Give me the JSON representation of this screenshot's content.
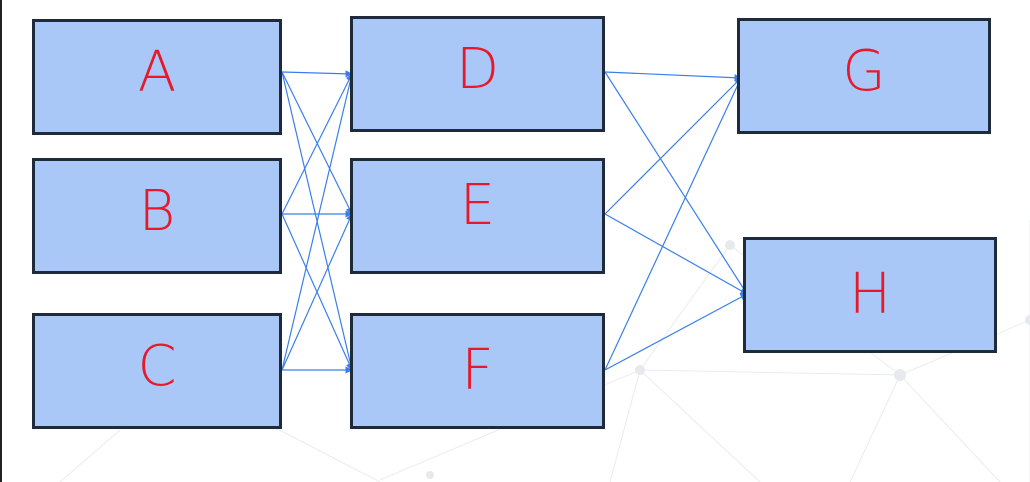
{
  "diagram": {
    "nodes": [
      {
        "id": "A",
        "label": "A"
      },
      {
        "id": "B",
        "label": "B"
      },
      {
        "id": "C",
        "label": "C"
      },
      {
        "id": "D",
        "label": "D"
      },
      {
        "id": "E",
        "label": "E"
      },
      {
        "id": "F",
        "label": "F"
      },
      {
        "id": "G",
        "label": "G"
      },
      {
        "id": "H",
        "label": "H"
      }
    ],
    "edges": [
      {
        "from": "A",
        "to": "D"
      },
      {
        "from": "A",
        "to": "E"
      },
      {
        "from": "A",
        "to": "F"
      },
      {
        "from": "B",
        "to": "D"
      },
      {
        "from": "B",
        "to": "E"
      },
      {
        "from": "B",
        "to": "F"
      },
      {
        "from": "C",
        "to": "D"
      },
      {
        "from": "C",
        "to": "E"
      },
      {
        "from": "C",
        "to": "F"
      },
      {
        "from": "D",
        "to": "G"
      },
      {
        "from": "D",
        "to": "H"
      },
      {
        "from": "E",
        "to": "G"
      },
      {
        "from": "E",
        "to": "H"
      },
      {
        "from": "F",
        "to": "G"
      },
      {
        "from": "F",
        "to": "H"
      }
    ],
    "colors": {
      "node_fill": "#a9c8f7",
      "node_border": "#1f2a3a",
      "label": "#e8182a",
      "edge": "#3a7fe8"
    }
  }
}
